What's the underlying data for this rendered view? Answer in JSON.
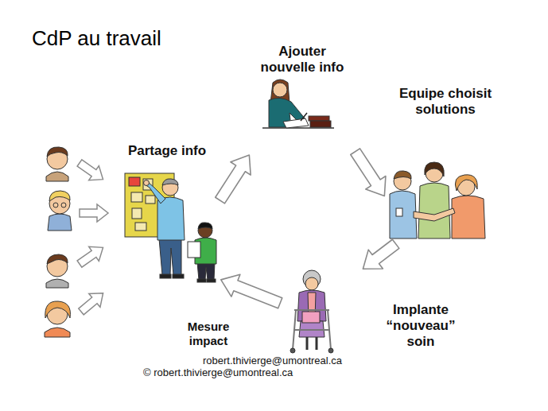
{
  "diagram": {
    "title": "CdP au travail",
    "nodes": [
      {
        "text": [
          "Partage info"
        ]
      },
      {
        "text": [
          "Ajouter nouvelle info"
        ]
      },
      {
        "text": [
          "Equipe choisit solutions"
        ]
      },
      {
        "text": [
          "Implante “nouveau” soin"
        ]
      }
    ],
    "edges": [
      {
        "from": 0,
        "to": 1,
        "arrow": "to"
      },
      {
        "from": 1,
        "to": 2,
        "arrow": "to"
      },
      {
        "from": 2,
        "to": 3,
        "arrow": "to"
      },
      {
        "from": 3,
        "to": 0,
        "label": "Mesure impact",
        "arrow": "to"
      }
    ],
    "labels": [
      "robert.thivierge@umontreal.ca",
      "© robert.thivierge@umontreal.ca"
    ]
  }
}
